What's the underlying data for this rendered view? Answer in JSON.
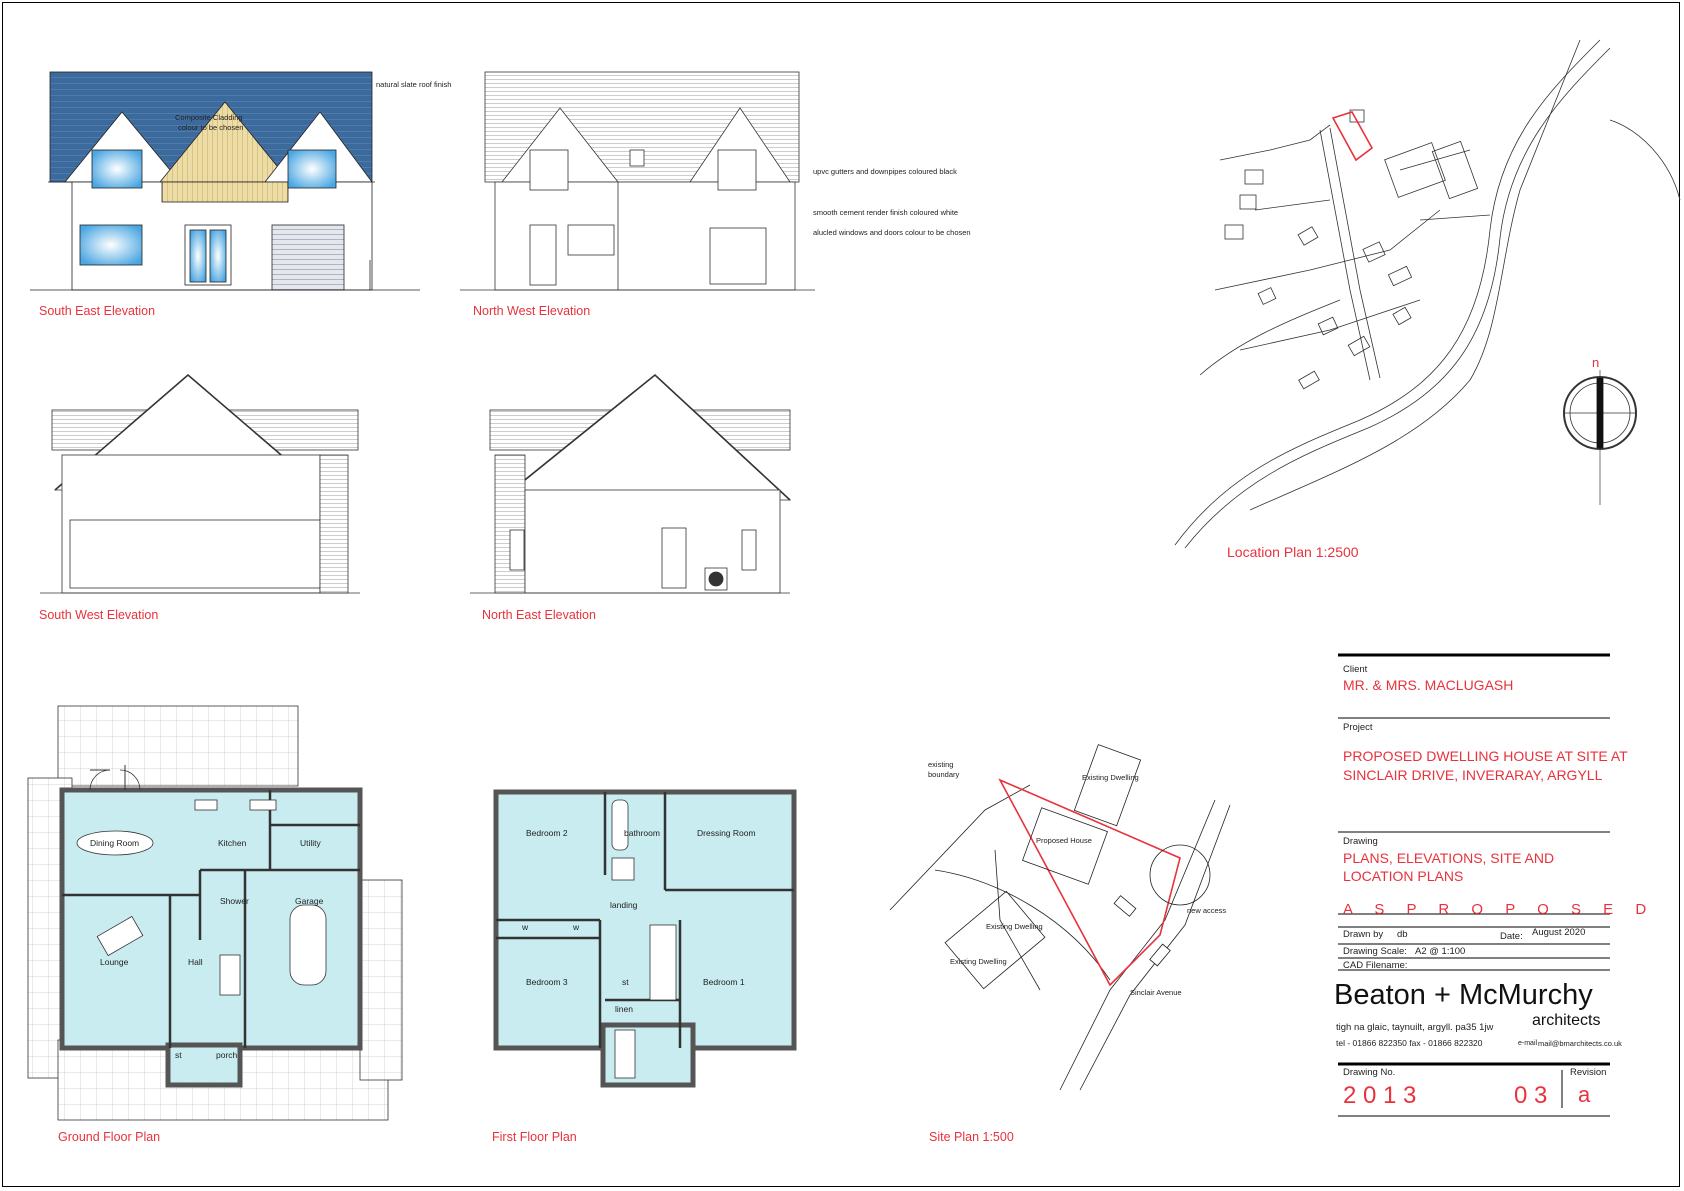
{
  "notes": {
    "roof": "natural slate roof finish",
    "cladding_1": "Composite Cladding",
    "cladding_2": "colour to be chosen",
    "gutters": "upvc gutters and downpipes coloured black",
    "render": "smooth cement render finish coloured white",
    "windows": "alucled windows and doors colour to be chosen"
  },
  "captions": {
    "south_east": "South East Elevation",
    "north_west": "North West Elevation",
    "south_west": "South West Elevation",
    "north_east": "North East Elevation",
    "location": "Location Plan 1:2500",
    "ground": "Ground Floor Plan",
    "first": "First Floor Plan",
    "site": "Site Plan 1:500"
  },
  "ground_rooms": {
    "dining": "Dining Room",
    "kitchen": "Kitchen",
    "utility": "Utility",
    "shower": "Shower",
    "garage": "Garage",
    "lounge": "Lounge",
    "hall": "Hall",
    "st": "st",
    "porch": "porch"
  },
  "first_rooms": {
    "bedroom2": "Bedroom 2",
    "bathroom": "bathroom",
    "dressing": "Dressing Room",
    "landing": "landing",
    "w1": "w",
    "w2": "w",
    "bedroom3": "Bedroom 3",
    "st": "st",
    "bedroom1": "Bedroom 1",
    "linen": "linen"
  },
  "site": {
    "existing_boundary_1": "existing",
    "existing_boundary_2": "boundary",
    "existing_dwelling_top": "Existing Dwelling",
    "proposed_house": "Proposed House",
    "existing_dwelling_1": "Existing Dwelling",
    "existing_dwelling_2": "Existing Dwelling",
    "new_access": "new access",
    "road": "Sinclair Avenue"
  },
  "location": {
    "north": "n"
  },
  "title_block": {
    "client_label": "Client",
    "client": "MR. & MRS. MACLUGASH",
    "project_label": "Project",
    "project_1": "PROPOSED DWELLING HOUSE AT SITE AT",
    "project_2": "SINCLAIR  DRIVE, INVERARAY, ARGYLL",
    "drawing_label": "Drawing",
    "drawing_1": "PLANS, ELEVATIONS, SITE AND",
    "drawing_2": "LOCATION PLANS",
    "status": "A S   P R O P O S E D",
    "drawn_by_label": "Drawn  by",
    "drawn_by": "db",
    "date_label": "Date:",
    "date": "August 2020",
    "scale_label": "Drawing Scale:",
    "scale": "A2 @ 1:100",
    "cad_label": "CAD Filename:",
    "firm": "Beaton + McMurchy",
    "firm_sub": "architects",
    "address": "tigh na glaic, taynuilt, argyll. pa35 1jw",
    "tel": "tel - 01866 822350   fax - 01866 822320",
    "email_label": "e-mail",
    "email": "mail@bmarchitects.co.uk",
    "drawing_no_label": "Drawing No.",
    "drawing_no_1": "2 0 1 3",
    "drawing_no_2": "0 3",
    "revision_label": "Revision",
    "revision": "a"
  },
  "colors": {
    "red": "#e8323c",
    "slate": "#3d6a9c",
    "floor": "#c9ecf0",
    "cladding": "#eedca6",
    "glass": "#5ab0e6"
  }
}
